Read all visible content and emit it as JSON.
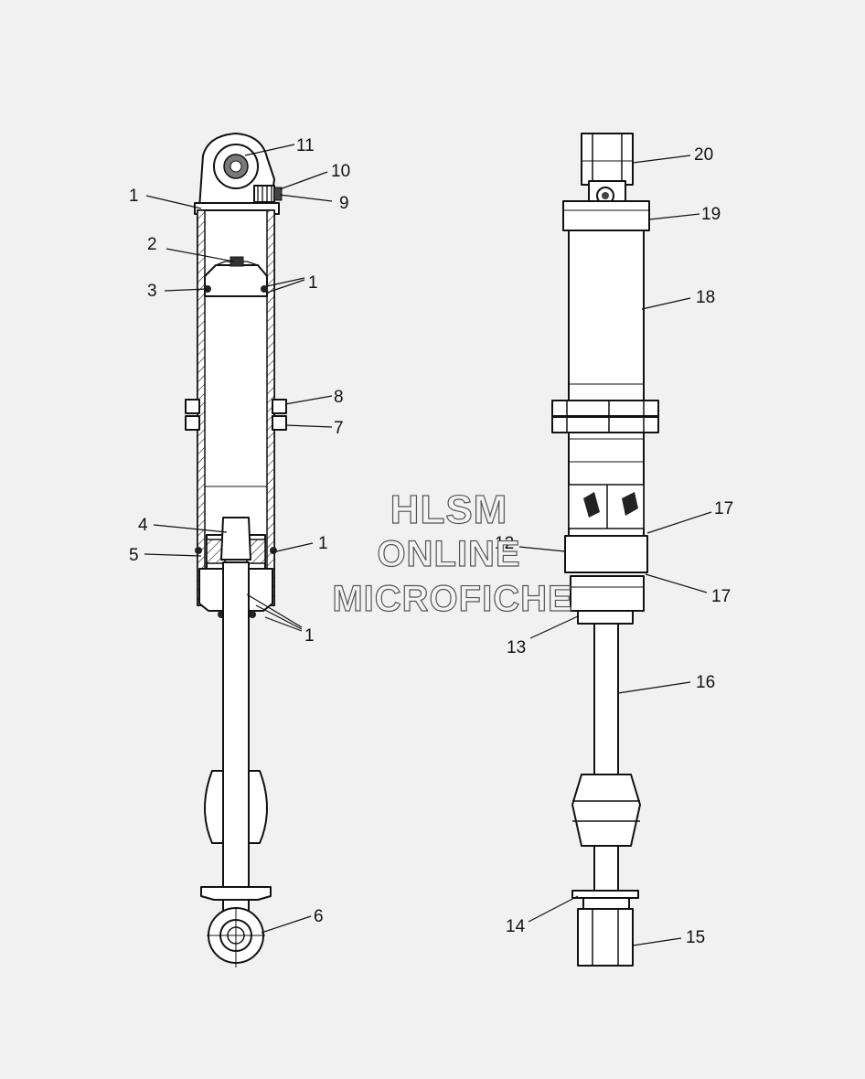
{
  "colors": {
    "background": "#f1f1f1",
    "line": "#111111",
    "shade": "#7a7a7a",
    "watermark_fill": "#f4f4f4",
    "watermark_stroke": "#555555"
  },
  "watermark": {
    "line1": "HLSM",
    "line2": "ONLINE",
    "line3": "MICROFICHE"
  },
  "callouts_left": {
    "c11": "11",
    "c10": "10",
    "c9": "9",
    "c1_top": "1",
    "c2": "2",
    "c3": "3",
    "c1_piston": "1",
    "c8": "8",
    "c7": "7",
    "c4": "4",
    "c5": "5",
    "c1_seal": "1",
    "c1_lower": "1",
    "c6": "6"
  },
  "callouts_right": {
    "c20": "20",
    "c19": "19",
    "c18": "18",
    "c17_upper": "17",
    "c12": "12",
    "c17_lower": "17",
    "c13": "13",
    "c16": "16",
    "c14": "14",
    "c15": "15"
  }
}
